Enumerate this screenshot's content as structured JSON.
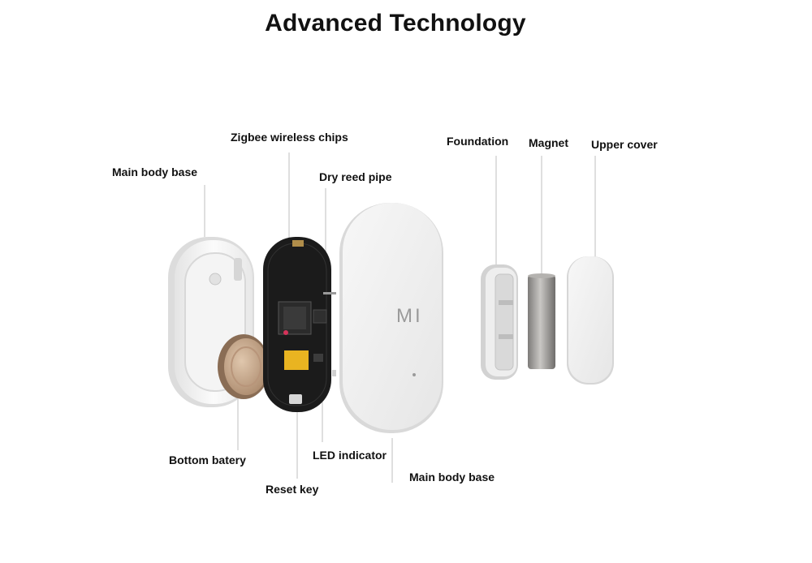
{
  "title": "Advanced Technology",
  "labels": {
    "main_body_base_top": "Main body base",
    "zigbee_chips": "Zigbee wireless chips",
    "dry_reed_pipe": "Dry reed pipe",
    "foundation": "Foundation",
    "magnet": "Magnet",
    "upper_cover": "Upper cover",
    "bottom_battery": "Bottom batery",
    "led_indicator": "LED indicator",
    "reset_key": "Reset key",
    "main_body_base_bottom": "Main body base"
  },
  "product_logo": "MI",
  "colors": {
    "shell": "#f2f2f2",
    "shell_edge": "#cfcfcf",
    "pcb": "#1b1b1b",
    "battery": "#c9a88a",
    "magnet": "#9c9a98",
    "leader": "#bfbfbf"
  }
}
